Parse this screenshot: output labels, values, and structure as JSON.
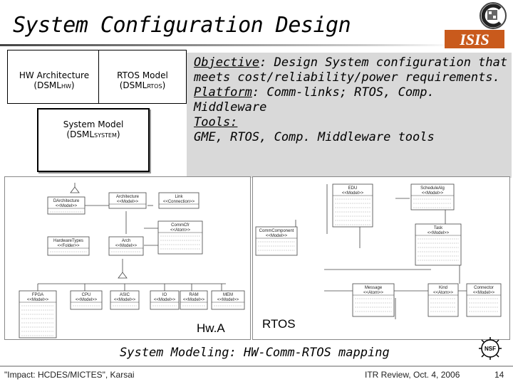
{
  "slide": {
    "title": "System Configuration Design",
    "dsml": {
      "hw_box": {
        "line1": "HW Architecture",
        "line2": "(DSML",
        "sub": "HW",
        "close": ")"
      },
      "rtos_box": {
        "line1": "RTOS Model",
        "line2": "(DSML",
        "sub": "RTOS",
        "close": ")"
      },
      "system_box": {
        "line1": "System Model",
        "line2": "(DSML",
        "sub": "SYSTEM",
        "close": ")"
      }
    },
    "objective": {
      "objective_label": "Objective",
      "objective_text": ": Design System configuration that meets cost/reliability/power requirements.",
      "platform_label": "Platform",
      "platform_text": ":  Comm-links; RTOS, Comp. Middleware",
      "tools_label": "Tools:",
      "tools_text": "GME, RTOS, Comp. Middleware tools"
    },
    "diagrams": {
      "hwa_label": "Hw.A",
      "rtos_label": "RTOS",
      "hw_classes": [
        {
          "name": "Architecture",
          "stereo": "<<Model>>"
        },
        {
          "name": "Link",
          "stereo": "<<Connection>>"
        },
        {
          "name": "DArchitecture",
          "stereo": "<<Model>>"
        },
        {
          "name": "HardwareTypes",
          "stereo": "<<Folder>>"
        },
        {
          "name": "Arch",
          "stereo": "<<Model>>"
        },
        {
          "name": "CommCfr",
          "stereo": "<<Atom>>"
        },
        {
          "name": "FPGA",
          "stereo": "<<Model>>"
        },
        {
          "name": "CPU",
          "stereo": "<<Model>>"
        },
        {
          "name": "ASIC",
          "stereo": "<<Model>>"
        },
        {
          "name": "IO",
          "stereo": "<<Model>>"
        },
        {
          "name": "RAM",
          "stereo": "<<Model>>"
        },
        {
          "name": "MEM",
          "stereo": "<<Model>>"
        }
      ],
      "rtos_classes": [
        {
          "name": "EDU",
          "stereo": "<<Model>>"
        },
        {
          "name": "ScheduleAlg",
          "stereo": "<<Model>>"
        },
        {
          "name": "Task",
          "stereo": "<<Model>>"
        },
        {
          "name": "CommComponent",
          "stereo": "<<Model>>"
        },
        {
          "name": "Message",
          "stereo": "<<Atom>>"
        },
        {
          "name": "Kind",
          "stereo": "<<Atom>>"
        },
        {
          "name": "Connector",
          "stereo": "<<Model>>"
        }
      ]
    },
    "caption": "System Modeling: HW-Comm-RTOS mapping",
    "footer": {
      "left": "\"Impact: HCDES/MICTES\", Karsai",
      "right": "ITR Review, Oct. 4, 2006",
      "page": "14"
    },
    "logos": {
      "top": "ISIS",
      "bottom": "NSF"
    }
  }
}
